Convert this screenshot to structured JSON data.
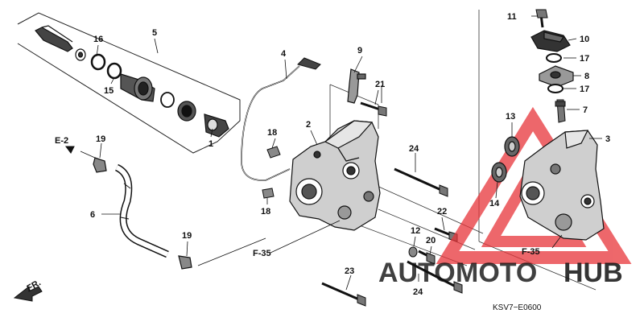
{
  "labels": {
    "p1": "1",
    "p2": "2",
    "p3": "3",
    "p4": "4",
    "p5": "5",
    "p6": "6",
    "p7": "7",
    "p8": "8",
    "p9": "9",
    "p10": "10",
    "p11": "11",
    "p12": "12",
    "p13": "13",
    "p14": "14",
    "p15": "15",
    "p16": "16",
    "p17a": "17",
    "p17b": "17",
    "p18a": "18",
    "p18b": "18",
    "p19a": "19",
    "p19b": "19",
    "p20": "20",
    "p21": "21",
    "p22": "22",
    "p23": "23",
    "p24a": "24",
    "p24b": "24"
  },
  "refs": {
    "e2": "E-2",
    "f35_left": "F-35",
    "f35_right": "F-35",
    "fr": "FR."
  },
  "diagram_code": "KSV7−E0600",
  "watermark": {
    "part1": "AUTO",
    "part2": "MOTO",
    "part3": "HUB",
    "color_orange": "#f5a623",
    "color_red": "#e8353a",
    "color_gray": "#9a9a9a"
  }
}
